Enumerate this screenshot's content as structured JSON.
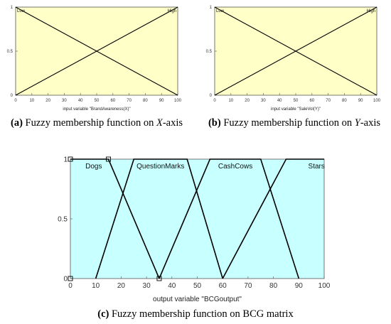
{
  "chart_data": [
    {
      "id": "a",
      "type": "line",
      "xlabel": "input variable \"BrandAwareness(X)\"",
      "xlim": [
        0,
        100
      ],
      "ylim": [
        0,
        1
      ],
      "xticks": [
        0,
        10,
        20,
        30,
        40,
        50,
        60,
        70,
        80,
        90,
        100
      ],
      "yticks": [
        0,
        0.5,
        1
      ],
      "colors": {
        "background": "#ffffc8",
        "line": "#000000"
      },
      "series": [
        {
          "name": "Low",
          "x": [
            0,
            100
          ],
          "y": [
            1,
            0
          ]
        },
        {
          "name": "High",
          "x": [
            0,
            100
          ],
          "y": [
            0,
            1
          ]
        }
      ]
    },
    {
      "id": "b",
      "type": "line",
      "xlabel": "input variable \"SaleVol(Y)\"",
      "xlim": [
        0,
        100
      ],
      "ylim": [
        0,
        1
      ],
      "xticks": [
        0,
        10,
        20,
        30,
        40,
        50,
        60,
        70,
        80,
        90,
        100
      ],
      "yticks": [
        0,
        0.5,
        1
      ],
      "colors": {
        "background": "#ffffc8",
        "line": "#000000"
      },
      "series": [
        {
          "name": "Low",
          "x": [
            0,
            100
          ],
          "y": [
            1,
            0
          ]
        },
        {
          "name": "High",
          "x": [
            0,
            100
          ],
          "y": [
            0,
            1
          ]
        }
      ]
    },
    {
      "id": "c",
      "type": "line",
      "xlabel": "output variable \"BCGoutput\"",
      "xlim": [
        0,
        100
      ],
      "ylim": [
        0,
        1
      ],
      "xticks": [
        0,
        10,
        20,
        30,
        40,
        50,
        60,
        70,
        80,
        90,
        100
      ],
      "yticks": [
        0,
        0.5,
        1
      ],
      "colors": {
        "background": "#c8ffff",
        "line": "#000000"
      },
      "series": [
        {
          "name": "Dogs",
          "x": [
            0,
            15,
            35
          ],
          "y": [
            1,
            1,
            0
          ]
        },
        {
          "name": "QuestionMarks",
          "x": [
            10,
            25,
            46,
            60
          ],
          "y": [
            0,
            1,
            1,
            0
          ]
        },
        {
          "name": "CashCows",
          "x": [
            35,
            55,
            75,
            90
          ],
          "y": [
            0,
            1,
            1,
            0
          ]
        },
        {
          "name": "Stars",
          "x": [
            60,
            85,
            100
          ],
          "y": [
            0,
            1,
            1
          ]
        }
      ],
      "markers": [
        {
          "x": 0,
          "y": 1
        },
        {
          "x": 15,
          "y": 1
        },
        {
          "x": 0,
          "y": 0
        },
        {
          "x": 35,
          "y": 0
        }
      ]
    }
  ],
  "captions": {
    "a": {
      "label": "(a)",
      "text": " Fuzzy membership function on ",
      "var": "X",
      "suffix": "-axis"
    },
    "b": {
      "label": "(b)",
      "text": " Fuzzy membership function on ",
      "var": "Y",
      "suffix": "-axis"
    },
    "c": {
      "label": "(c)",
      "text": " Fuzzy membership function on BCG matrix"
    }
  }
}
